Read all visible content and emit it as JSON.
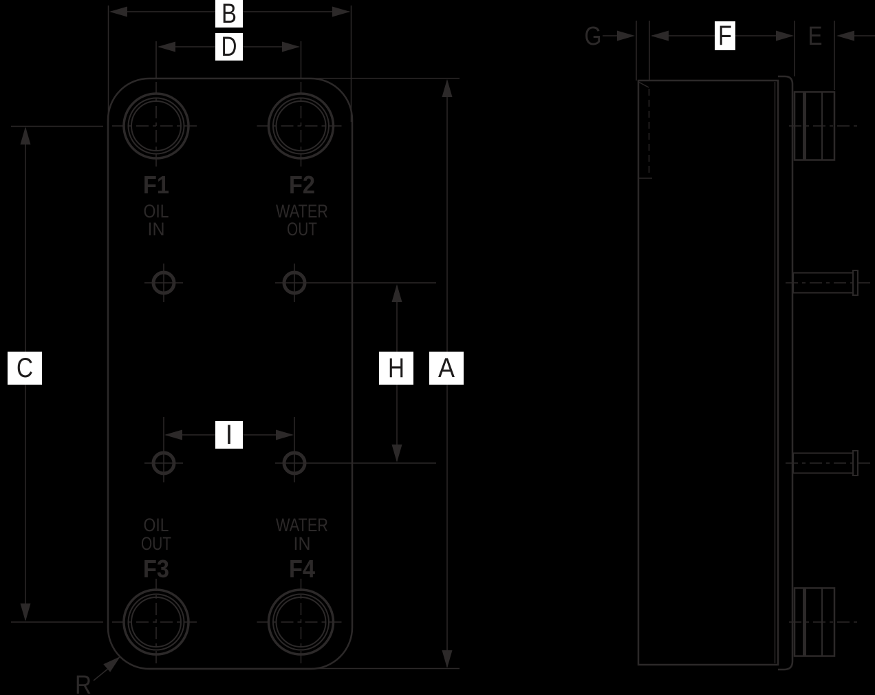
{
  "colors": {
    "background": "#000000",
    "line_art": "#2c2929",
    "label_box_fill": "#ffffff",
    "label_box_text": "#1d1b1b"
  },
  "dim_labels": {
    "A": "A",
    "B": "B",
    "C": "C",
    "D": "D",
    "E": "E",
    "F": "F",
    "G": "G",
    "H": "H",
    "I": "I",
    "R": "R"
  },
  "front_view": {
    "ports": [
      {
        "designator": "F1",
        "line1": "OIL",
        "line2": "IN"
      },
      {
        "designator": "F2",
        "line1": "WATER",
        "line2": "OUT"
      },
      {
        "designator": "F3",
        "line1": "OIL",
        "line2": "OUT"
      },
      {
        "designator": "F4",
        "line1": "WATER",
        "line2": "IN"
      }
    ]
  }
}
